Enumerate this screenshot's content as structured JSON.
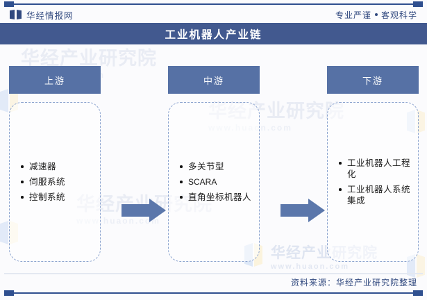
{
  "header": {
    "logo_icon": "huaon-book-logo-icon",
    "brand_name": "华经情报网",
    "tagline_left": "专业严谨",
    "tagline_dot": "●",
    "tagline_right": "客观科学"
  },
  "title_bar": {
    "title": "工业机器人产业链"
  },
  "diagram": {
    "columns": [
      {
        "id": "upstream",
        "caption": "上游",
        "items": [
          {
            "text": "减速器",
            "lang": "zh"
          },
          {
            "text": "伺服系统",
            "lang": "zh"
          },
          {
            "text": "控制系统",
            "lang": "zh"
          }
        ]
      },
      {
        "id": "midstream",
        "caption": "中游",
        "items": [
          {
            "text": "多关节型",
            "lang": "zh"
          },
          {
            "text": "SCARA",
            "lang": "en"
          },
          {
            "text": "直角坐标机器人",
            "lang": "zh"
          }
        ]
      },
      {
        "id": "downstream",
        "caption": "下游",
        "items": [
          {
            "text": "工业机器人工程化",
            "lang": "zh"
          },
          {
            "text": "工业机器人系统集成",
            "lang": "zh"
          }
        ]
      }
    ],
    "connectors": [
      {
        "id": "arrow-upstream-to-midstream",
        "icon": "right-arrow-icon"
      },
      {
        "id": "arrow-midstream-to-downstream",
        "icon": "right-arrow-icon"
      }
    ]
  },
  "watermark": {
    "brand": "华经产业研究院",
    "url": "www.huaon.com"
  },
  "footer": {
    "source": "资料来源：华经产业研究院整理"
  },
  "colors": {
    "accent_dark": "#2f4f8f",
    "title_band": "#42598f",
    "caption_box": "#5671a5",
    "arrow": "#5b77ab",
    "dashed_border": "#8ca4cf",
    "page_background": "#fbfbfd"
  }
}
